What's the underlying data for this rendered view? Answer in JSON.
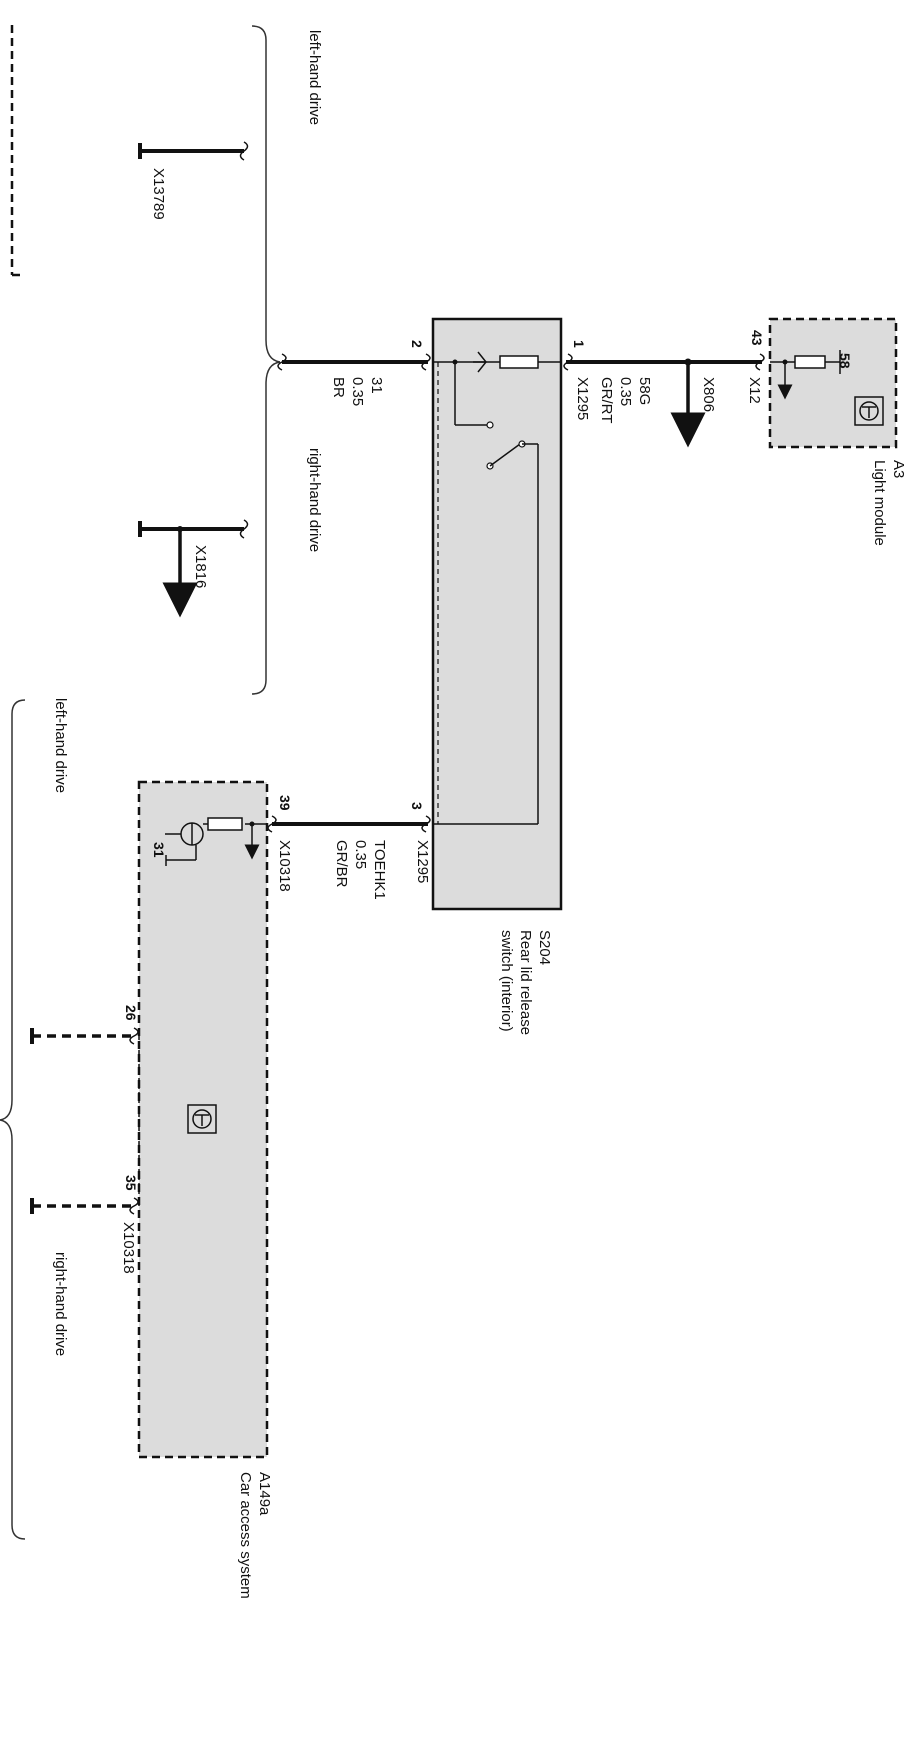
{
  "components": {
    "a3": {
      "id": "A3",
      "name": "Light module",
      "pin_inner": "58",
      "pin_outer": "43",
      "connector": "X12"
    },
    "s204": {
      "id": "S204",
      "name_line1": "Rear lid release",
      "name_line2": "switch (interior)",
      "pin1": "1",
      "pin2": "2",
      "pin3": "3",
      "connector_top": "X1295",
      "connector_bottom": "X1295"
    },
    "a149a": {
      "id": "A149a",
      "name": "Car access system",
      "pin39": "39",
      "pin26": "26",
      "pin35": "35",
      "connector": "X10318",
      "connector_lower": "X10318",
      "ground": "31"
    }
  },
  "wires": {
    "w1": {
      "signal": "58G",
      "size": "0.35",
      "color": "GR/RT",
      "splice": "X806"
    },
    "w2": {
      "signal": "31",
      "size": "0.35",
      "color": "BR"
    },
    "w3": {
      "signal": "TOEHK1",
      "size": "0.35",
      "color": "GR/BR"
    }
  },
  "grounds": {
    "g1": "X13789",
    "g2": "X1816"
  },
  "variants": {
    "top_left": "left-hand drive",
    "top_right": "right-hand drive",
    "bottom_left": "left-hand drive",
    "bottom_right": "right-hand drive"
  }
}
